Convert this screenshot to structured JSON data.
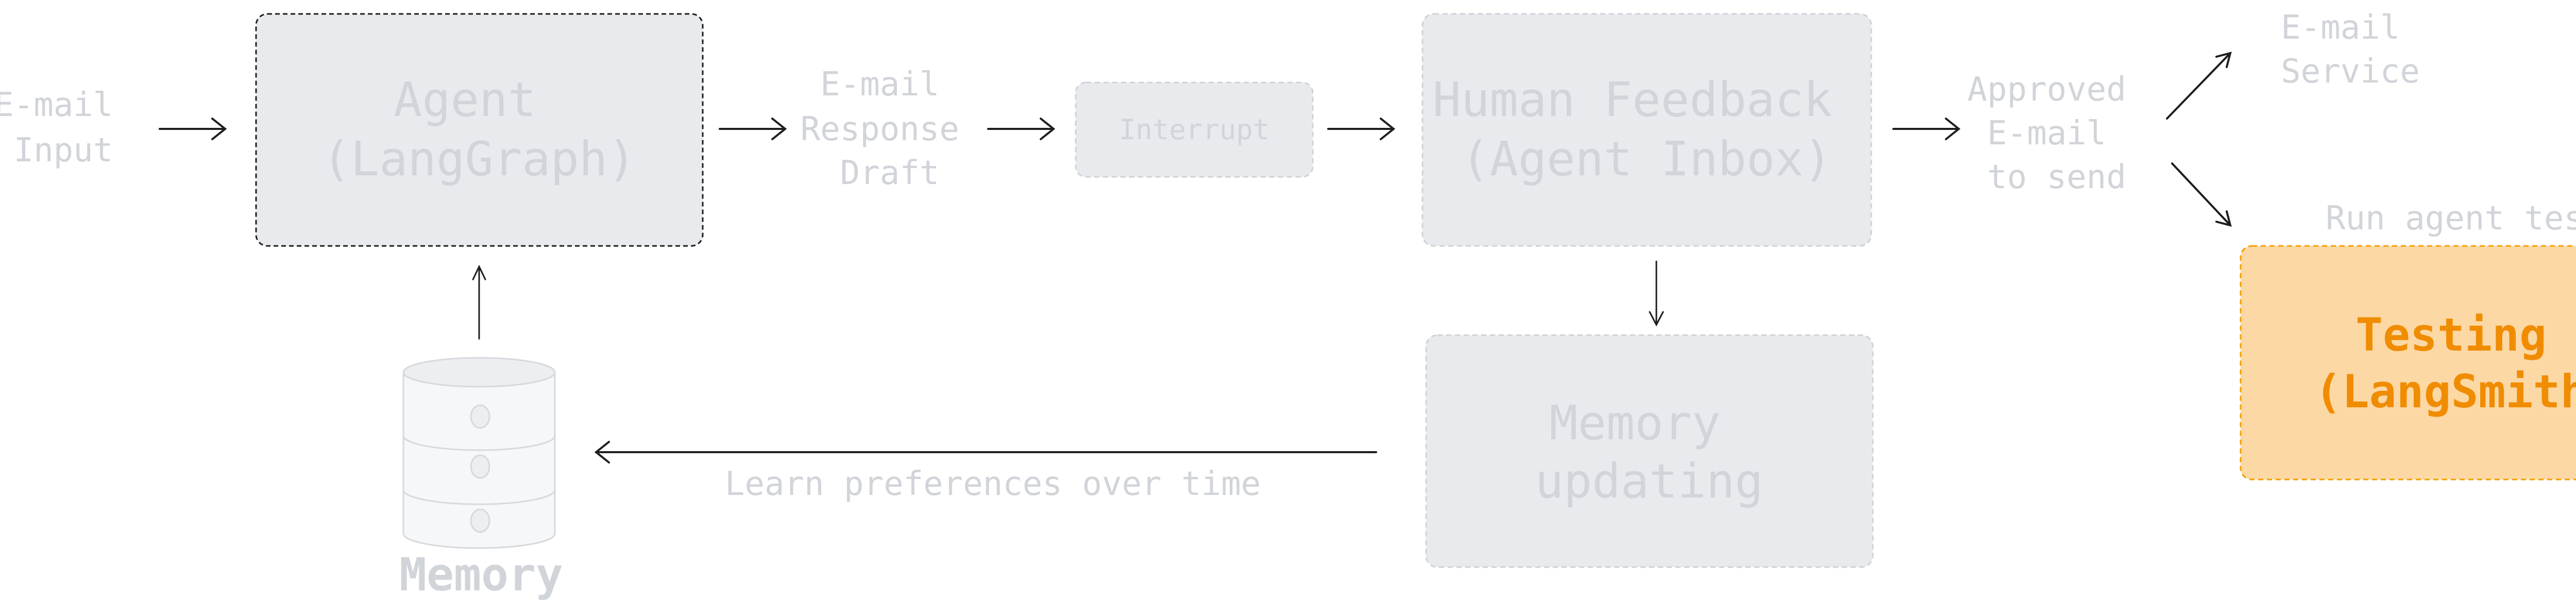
{
  "nodes": {
    "email_input": {
      "lines": [
        "E-mail",
        "Input"
      ]
    },
    "agent": {
      "lines": [
        "Agent",
        "(LangGraph)"
      ]
    },
    "email_draft": {
      "lines": [
        "E-mail",
        "Response",
        "Draft"
      ]
    },
    "interrupt": {
      "label": "Interrupt"
    },
    "human_feedback": {
      "lines": [
        "Human Feedback",
        "(Agent Inbox)"
      ]
    },
    "approved": {
      "lines": [
        "Approved",
        "E-mail",
        "to send"
      ]
    },
    "email_service": {
      "lines": [
        "E-mail",
        "Service"
      ]
    },
    "run_tests": {
      "label": "Run agent tests"
    },
    "testing": {
      "lines": [
        "Testing",
        "(LangSmith)"
      ]
    },
    "memory_updating": {
      "lines": [
        "Memory",
        "updating"
      ]
    },
    "memory_store": {
      "label": "Memory"
    },
    "learn": {
      "label": "Learn preferences over time"
    }
  },
  "colors": {
    "muted_text": "#d1d4d9",
    "box_fill": "#e8eaed",
    "highlight_fill": "#fcd8a5",
    "highlight_text": "#f08c00",
    "highlight_border": "#f59f00",
    "arrow": "#1e1e1e"
  }
}
